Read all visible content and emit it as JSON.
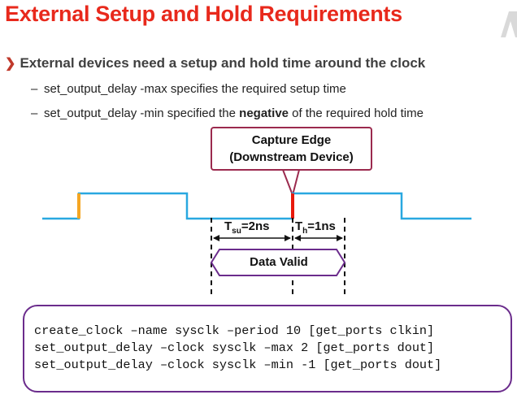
{
  "title": "External Setup and Hold Requirements",
  "bullet": {
    "text": "External devices need a setup and hold time around the clock",
    "subs": [
      {
        "dash": "–",
        "text": "set_output_delay -max specifies the required setup time"
      },
      {
        "dash": "–",
        "pre": "set_output_delay -min specified the ",
        "bold": "negative",
        "post": " of the required hold time"
      }
    ]
  },
  "callout": {
    "line1": "Capture Edge",
    "line2": "(Downstream Device)"
  },
  "timing": {
    "tsu": {
      "t": "T",
      "sub": "su",
      "val": "=2ns"
    },
    "th": {
      "t": "T",
      "sub": "h",
      "val": "=1ns"
    },
    "data_valid": "Data Valid"
  },
  "code_lines": [
    "create_clock –name sysclk –period 10 [get_ports clkin]",
    "set_output_delay –clock sysclk –max 2 [get_ports dout]",
    "set_output_delay –clock sysclk –min -1 [get_ports dout]"
  ],
  "colors": {
    "title": "#e8291c",
    "clock_wave": "#29a8e0",
    "launch_edge": "#f5a623",
    "capture_edge": "#e8190c",
    "callout_border": "#9b2a4e",
    "data_valid_border": "#6b2c8c",
    "code_border": "#6b2c8c"
  }
}
